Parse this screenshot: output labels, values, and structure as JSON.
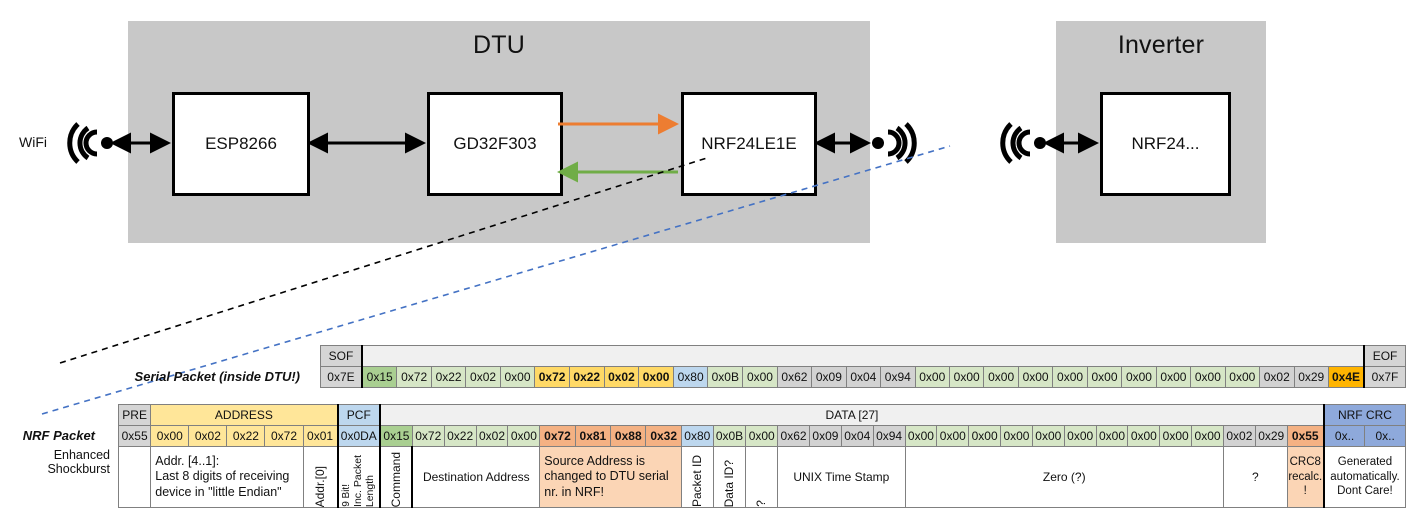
{
  "diagram": {
    "dtu": {
      "title": "DTU",
      "chips": [
        "ESP8266",
        "GD32F303",
        "NRF24LE1E"
      ],
      "wifi_label": "WiFi",
      "arrow_to_nrf_color": "#ED7D31",
      "arrow_from_nrf_color": "#70AD47"
    },
    "inverter": {
      "title": "Inverter",
      "chips": [
        "NRF24..."
      ]
    }
  },
  "packets": {
    "serial_label": "Serial Packet (inside DTU!)",
    "nrf_label": "NRF Packet",
    "nrf_sublabel": "Enhanced Shockburst",
    "serial": {
      "sof_header": "SOF",
      "sof_value": "0x7E",
      "eof_header": "EOF",
      "eof_value": "0x7F",
      "cells": [
        {
          "v": "0x15",
          "c": "greenD"
        },
        {
          "v": "0x72",
          "c": "green"
        },
        {
          "v": "0x22",
          "c": "green"
        },
        {
          "v": "0x02",
          "c": "green"
        },
        {
          "v": "0x00",
          "c": "green"
        },
        {
          "v": "0x72",
          "c": "amber"
        },
        {
          "v": "0x22",
          "c": "amber"
        },
        {
          "v": "0x02",
          "c": "amber"
        },
        {
          "v": "0x00",
          "c": "amber"
        },
        {
          "v": "0x80",
          "c": "blue"
        },
        {
          "v": "0x0B",
          "c": "green"
        },
        {
          "v": "0x00",
          "c": "green"
        },
        {
          "v": "0x62",
          "c": "grayv"
        },
        {
          "v": "0x09",
          "c": "grayv"
        },
        {
          "v": "0x04",
          "c": "grayv"
        },
        {
          "v": "0x94",
          "c": "grayv"
        },
        {
          "v": "0x00",
          "c": "green"
        },
        {
          "v": "0x00",
          "c": "green"
        },
        {
          "v": "0x00",
          "c": "green"
        },
        {
          "v": "0x00",
          "c": "green"
        },
        {
          "v": "0x00",
          "c": "green"
        },
        {
          "v": "0x00",
          "c": "green"
        },
        {
          "v": "0x00",
          "c": "green"
        },
        {
          "v": "0x00",
          "c": "green"
        },
        {
          "v": "0x00",
          "c": "green"
        },
        {
          "v": "0x00",
          "c": "green"
        },
        {
          "v": "0x02",
          "c": "grayv"
        },
        {
          "v": "0x29",
          "c": "grayv"
        },
        {
          "v": "0x4E",
          "c": "orange"
        }
      ]
    },
    "nrf": {
      "headers": {
        "pre": "PRE",
        "address": "ADDRESS",
        "pcf": "PCF",
        "data": "DATA [27]",
        "crc": "NRF CRC"
      },
      "pre_value": "0x55",
      "address_values": [
        "0x00",
        "0x02",
        "0x22",
        "0x72",
        "0x01"
      ],
      "pcf_value": "0x0DA",
      "crc_values": [
        "0x..",
        "0x.."
      ],
      "cells": [
        {
          "v": "0x15",
          "c": "greenD"
        },
        {
          "v": "0x72",
          "c": "green"
        },
        {
          "v": "0x22",
          "c": "green"
        },
        {
          "v": "0x02",
          "c": "green"
        },
        {
          "v": "0x00",
          "c": "green"
        },
        {
          "v": "0x72",
          "c": "salmon"
        },
        {
          "v": "0x81",
          "c": "salmon"
        },
        {
          "v": "0x88",
          "c": "salmon"
        },
        {
          "v": "0x32",
          "c": "salmon"
        },
        {
          "v": "0x80",
          "c": "blue"
        },
        {
          "v": "0x0B",
          "c": "green"
        },
        {
          "v": "0x00",
          "c": "green"
        },
        {
          "v": "0x62",
          "c": "grayv"
        },
        {
          "v": "0x09",
          "c": "grayv"
        },
        {
          "v": "0x04",
          "c": "grayv"
        },
        {
          "v": "0x94",
          "c": "grayv"
        },
        {
          "v": "0x00",
          "c": "green"
        },
        {
          "v": "0x00",
          "c": "green"
        },
        {
          "v": "0x00",
          "c": "green"
        },
        {
          "v": "0x00",
          "c": "green"
        },
        {
          "v": "0x00",
          "c": "green"
        },
        {
          "v": "0x00",
          "c": "green"
        },
        {
          "v": "0x00",
          "c": "green"
        },
        {
          "v": "0x00",
          "c": "green"
        },
        {
          "v": "0x00",
          "c": "green"
        },
        {
          "v": "0x00",
          "c": "green"
        },
        {
          "v": "0x02",
          "c": "grayv"
        },
        {
          "v": "0x29",
          "c": "grayv"
        },
        {
          "v": "0x55",
          "c": "salmon"
        }
      ]
    },
    "descriptions": {
      "address_note": "Addr. [4..1]:\nLast 8 digits of receiving device in \"little Endian\"",
      "addr0": "Addr.[0]",
      "pcf_l1": "9 Bit!",
      "pcf_l2": "Inc. Packet",
      "pcf_l3": "Length",
      "command": "Command",
      "destination_address": "Destination Address",
      "source_address_note": "Source Address is changed to DTU serial nr. in NRF!",
      "packet_id": "Packet ID",
      "data_id": "Data ID?",
      "question": "?",
      "unix_time_stamp": "UNIX Time Stamp",
      "zero": "Zero (?)",
      "tail_question": "?",
      "crc8_note": "CRC8 recalc. !",
      "crc_note": "Generated automatically. Dont Care!"
    }
  }
}
